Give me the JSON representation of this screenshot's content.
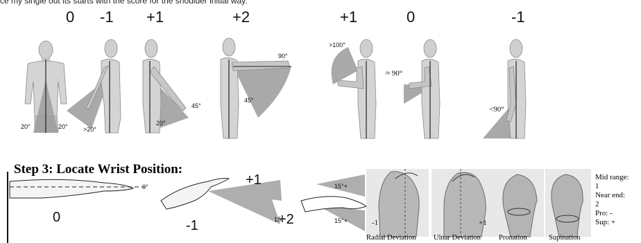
{
  "header_text": "ce my single out its starts with the score for the shoulder initial way.",
  "shoulder_scores": [
    "0",
    "-1",
    "+1",
    "+2"
  ],
  "elbow_scores": [
    "+1",
    "0",
    "-1"
  ],
  "shoulder_angles": {
    "a": "20°",
    "b": "20°",
    "c": ">20°",
    "d": "20°",
    "e": "45°",
    "f": "90°",
    "g": "45°"
  },
  "elbow_angles": {
    "a": ">100°",
    "b": "≈ 90°",
    "c": "<90°"
  },
  "step3": {
    "title": "Step 3:  Locate Wrist Position:",
    "neutral_angle": "0°",
    "extension_angle": "15",
    "flexion_angle_top": "15°+",
    "flexion_angle_bottom": "15°+",
    "scores": {
      "neutral": "0",
      "extension": "-1",
      "up": "+1",
      "flexion": "+2"
    }
  },
  "deviation": {
    "left_score": "-1",
    "right_score": "+1",
    "captions": [
      "Radial Deviation",
      "Ulnar Deviation",
      "Pronation",
      "Supination"
    ]
  },
  "legend": [
    "Mid range:",
    "1",
    "Near end:",
    "2",
    "Pro: -",
    "Sup: +"
  ],
  "colors": {
    "wedge": "#9a9a9a",
    "skin": "#c9c9c9",
    "body": "#d8d8d8"
  }
}
